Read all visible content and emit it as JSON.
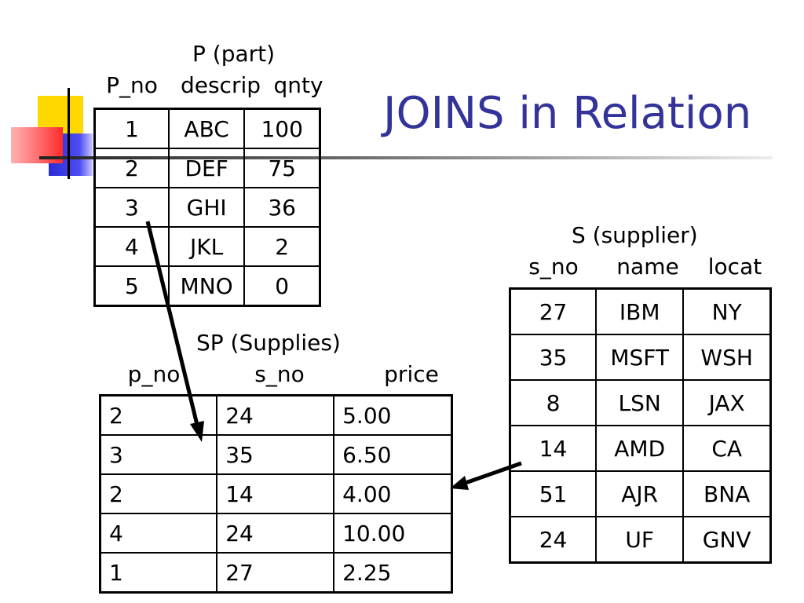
{
  "slide": {
    "title": "JOINS in Relation"
  },
  "part_table": {
    "caption": "P (part)",
    "headers": [
      "P_no",
      "descrip",
      "qnty"
    ],
    "rows": [
      [
        "1",
        "ABC",
        "100"
      ],
      [
        "2",
        "DEF",
        "75"
      ],
      [
        "3",
        "GHI",
        "36"
      ],
      [
        "4",
        "JKL",
        "2"
      ],
      [
        "5",
        "MNO",
        "0"
      ]
    ]
  },
  "supplies_table": {
    "caption": "SP (Supplies)",
    "headers": [
      "p_no",
      "s_no",
      "price"
    ],
    "rows": [
      [
        "2",
        "24",
        "5.00"
      ],
      [
        "3",
        "35",
        "6.50"
      ],
      [
        "2",
        "14",
        "4.00"
      ],
      [
        "4",
        "24",
        "10.00"
      ],
      [
        "1",
        "27",
        "2.25"
      ]
    ]
  },
  "supplier_table": {
    "caption": "S (supplier)",
    "headers": [
      "s_no",
      "name",
      "locat"
    ],
    "rows": [
      [
        "27",
        "IBM",
        "NY"
      ],
      [
        "35",
        "MSFT",
        "WSH"
      ],
      [
        "8",
        "LSN",
        "JAX"
      ],
      [
        "14",
        "AMD",
        "CA"
      ],
      [
        "51",
        "AJR",
        "BNA"
      ],
      [
        "24",
        "UF",
        "GNV"
      ]
    ]
  },
  "colors": {
    "title": "#333399",
    "accent_yellow": "#ffd800",
    "accent_blue": "#2b2bd6",
    "accent_red": "#ff2a2a"
  }
}
